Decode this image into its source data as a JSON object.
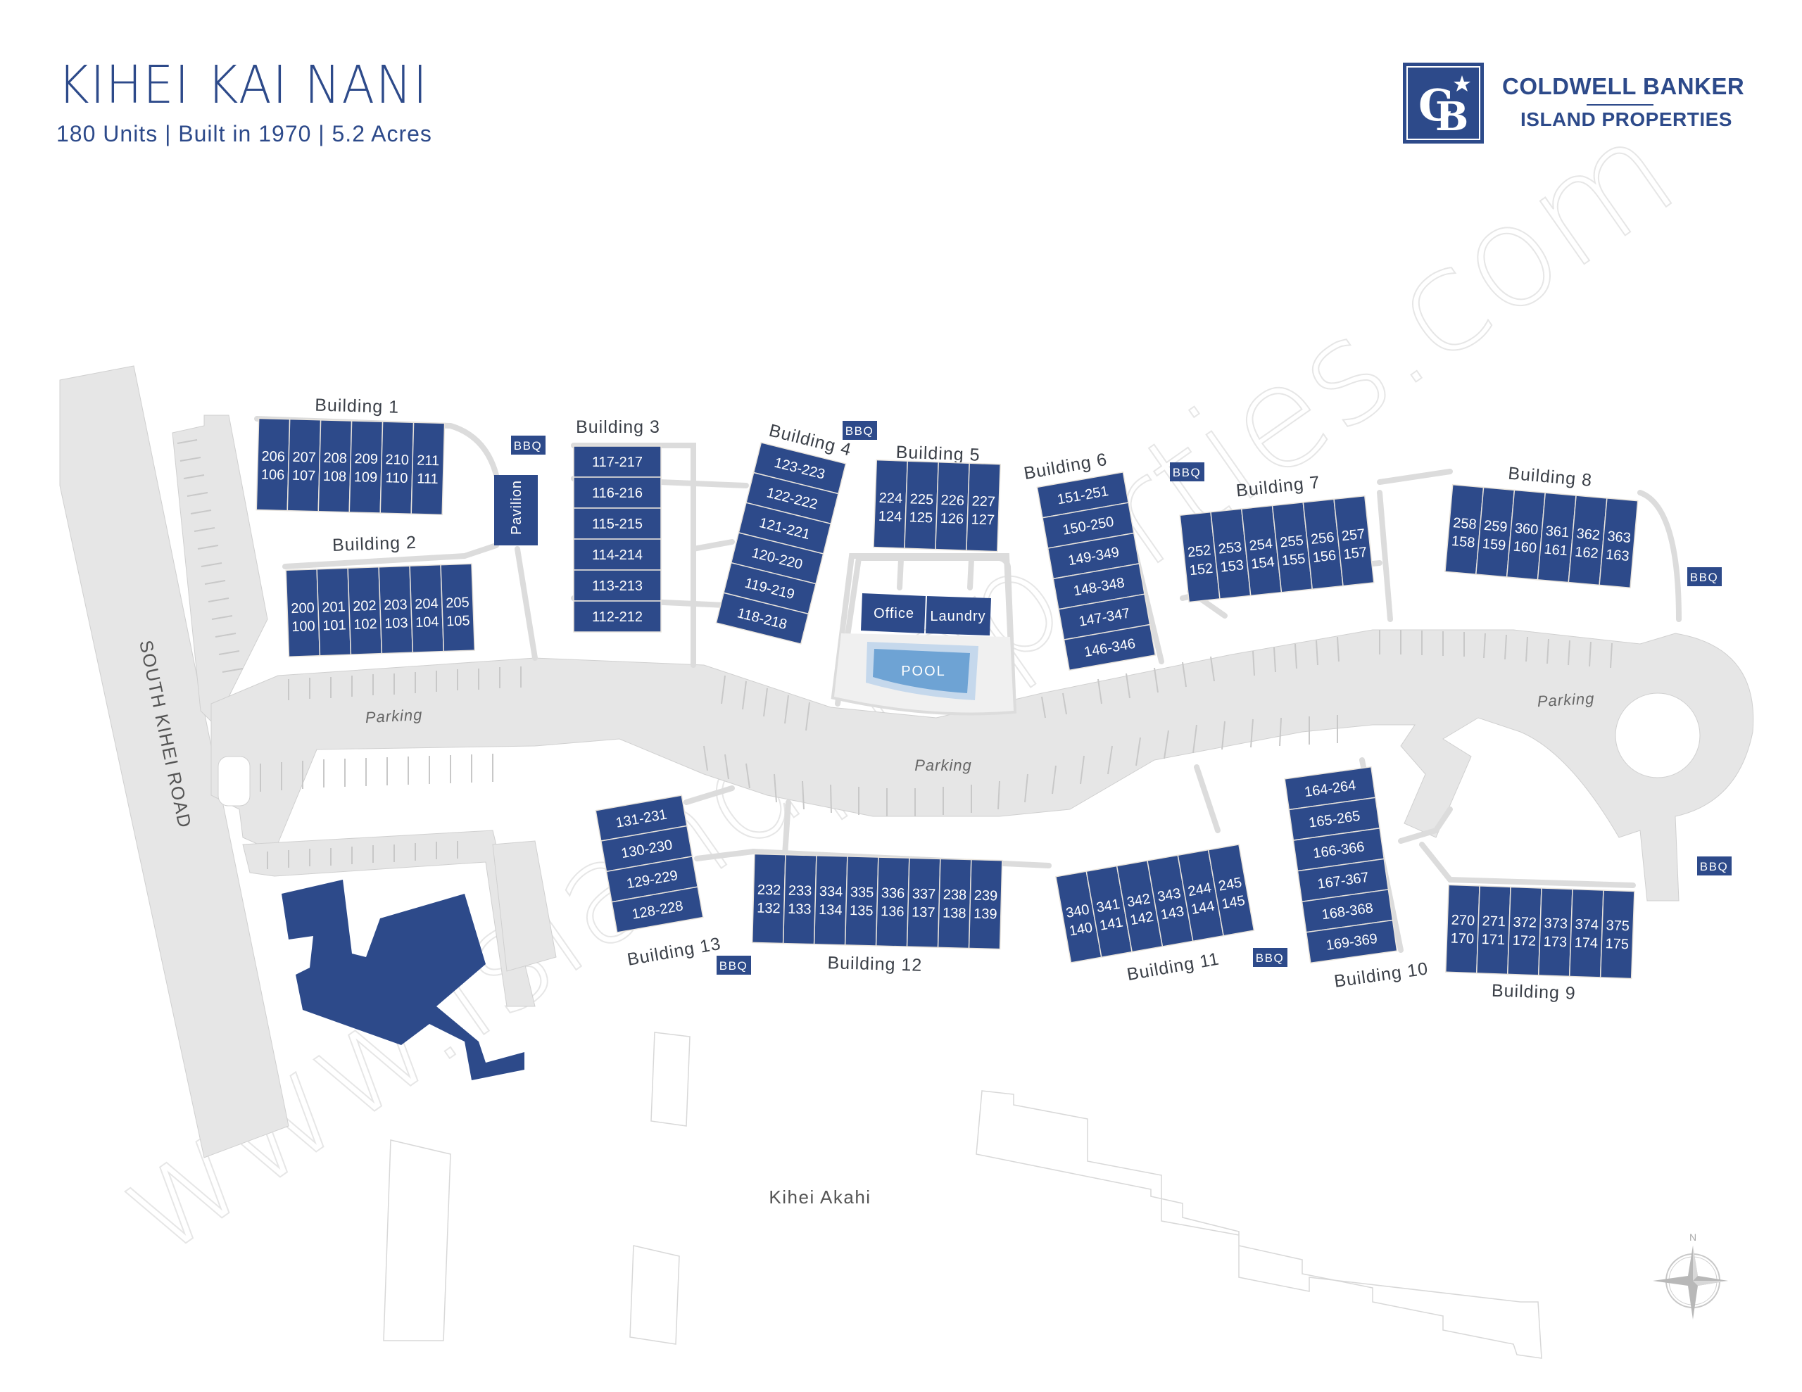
{
  "header": {
    "title": "KIHEI KAI NANI",
    "subtitle": "180 Units | Built in 1970 | 5.2 Acres"
  },
  "brand": {
    "logo_glyph": "CB",
    "line1": "COLDWELL BANKER",
    "line2": "ISLAND PROPERTIES",
    "color": "#2d4a8a"
  },
  "colors": {
    "building": "#2d4a8a",
    "road": "#e6e6e6",
    "path": "#dcdcdc",
    "pool": "#6ea3d4",
    "pool_deck": "#c5d8ec",
    "label": "#3a3f47"
  },
  "watermark": "www.islandproperties.com",
  "roads": {
    "main_road": "SOUTH KIHEI ROAD",
    "parking_labels": [
      "Parking",
      "Parking",
      "Parking"
    ]
  },
  "neighbor": "Kihei Akahi",
  "compass": {
    "north_label": "N"
  },
  "amenities": {
    "office": "Office",
    "laundry": "Laundry",
    "pool": "POOL",
    "pavilion": "Pavilion",
    "bbq": "BBQ"
  },
  "buildings": [
    {
      "name": "Building 1",
      "units": [
        [
          "206",
          "106"
        ],
        [
          "207",
          "107"
        ],
        [
          "208",
          "108"
        ],
        [
          "209",
          "109"
        ],
        [
          "210",
          "110"
        ],
        [
          "211",
          "111"
        ]
      ]
    },
    {
      "name": "Building 2",
      "units": [
        [
          "200",
          "100"
        ],
        [
          "201",
          "101"
        ],
        [
          "202",
          "102"
        ],
        [
          "203",
          "103"
        ],
        [
          "204",
          "104"
        ],
        [
          "205",
          "105"
        ]
      ]
    },
    {
      "name": "Building 3",
      "units": [
        "117-217",
        "116-216",
        "115-215",
        "114-214",
        "113-213",
        "112-212"
      ]
    },
    {
      "name": "Building 4",
      "units": [
        "123-223",
        "122-222",
        "121-221",
        "120-220",
        "119-219",
        "118-218"
      ]
    },
    {
      "name": "Building 5",
      "units": [
        [
          "224",
          "124"
        ],
        [
          "225",
          "125"
        ],
        [
          "226",
          "126"
        ],
        [
          "227",
          "127"
        ]
      ]
    },
    {
      "name": "Building 6",
      "units": [
        "151-251",
        "150-250",
        "149-349",
        "148-348",
        "147-347",
        "146-346"
      ]
    },
    {
      "name": "Building 7",
      "units": [
        [
          "252",
          "152"
        ],
        [
          "253",
          "153"
        ],
        [
          "254",
          "154"
        ],
        [
          "255",
          "155"
        ],
        [
          "256",
          "156"
        ],
        [
          "257",
          "157"
        ]
      ]
    },
    {
      "name": "Building 8",
      "units": [
        [
          "258",
          "158"
        ],
        [
          "259",
          "159"
        ],
        [
          "360",
          "160"
        ],
        [
          "361",
          "161"
        ],
        [
          "362",
          "162"
        ],
        [
          "363",
          "163"
        ]
      ]
    },
    {
      "name": "Building 9",
      "units": [
        [
          "270",
          "170"
        ],
        [
          "271",
          "171"
        ],
        [
          "372",
          "172"
        ],
        [
          "373",
          "173"
        ],
        [
          "374",
          "174"
        ],
        [
          "375",
          "175"
        ]
      ]
    },
    {
      "name": "Building 10",
      "units": [
        "164-264",
        "165-265",
        "166-366",
        "167-367",
        "168-368",
        "169-369"
      ]
    },
    {
      "name": "Building 11",
      "units": [
        [
          "340",
          "140"
        ],
        [
          "341",
          "141"
        ],
        [
          "342",
          "142"
        ],
        [
          "343",
          "143"
        ],
        [
          "244",
          "144"
        ],
        [
          "245",
          "145"
        ]
      ]
    },
    {
      "name": "Building 12",
      "units": [
        [
          "232",
          "132"
        ],
        [
          "233",
          "133"
        ],
        [
          "334",
          "134"
        ],
        [
          "335",
          "135"
        ],
        [
          "336",
          "136"
        ],
        [
          "337",
          "137"
        ],
        [
          "238",
          "138"
        ],
        [
          "239",
          "139"
        ]
      ]
    },
    {
      "name": "Building 13",
      "units": [
        "131-231",
        "130-230",
        "129-229",
        "128-228"
      ]
    }
  ]
}
